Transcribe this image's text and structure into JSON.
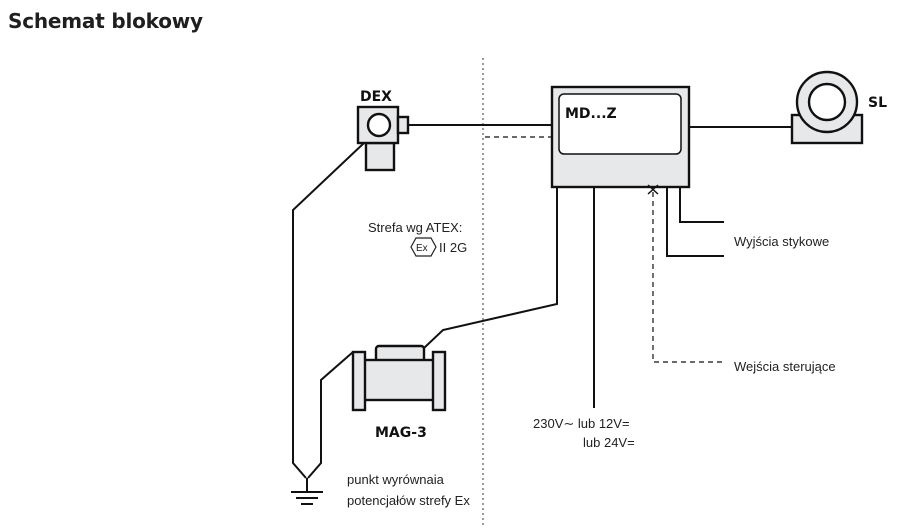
{
  "title": "Schemat blokowy",
  "labels": {
    "dex": "DEX",
    "mdz": "MD...Z",
    "sl": "SL",
    "mag3": "MAG-3",
    "atex_line1": "Strefa wg ATEX:",
    "atex_mark": "Ex",
    "atex_line2": "II 2G",
    "outputs": "Wyjścia stykowe",
    "inputs": "Wejścia sterujące",
    "power_line1": "230V∼ lub 12V=",
    "power_line2": "lub 24V=",
    "ground_line1": "punkt wyrównaia",
    "ground_line2": "potencjałów strefy Ex"
  }
}
